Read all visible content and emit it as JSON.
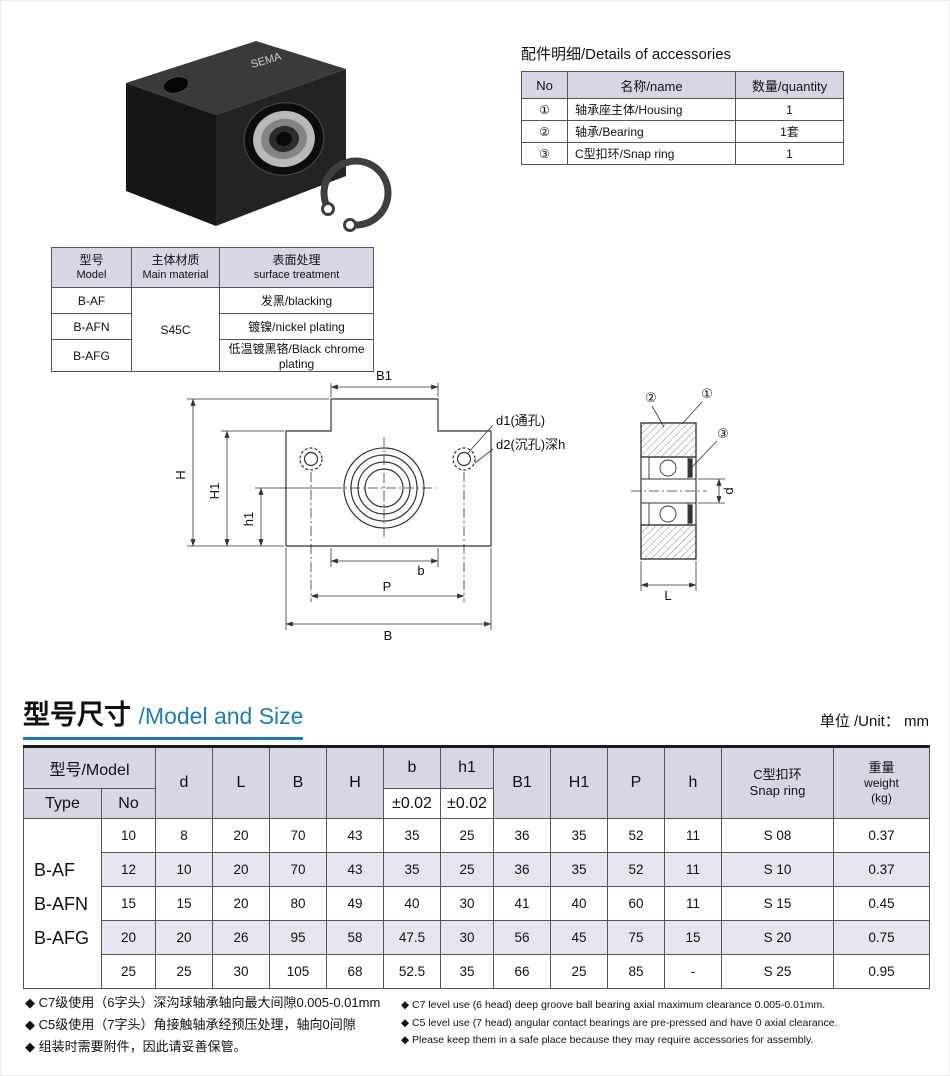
{
  "colors": {
    "accent_blue": "#1a7cc1",
    "table_header_lavender": "#d7d5e6",
    "row_stripe": "#e6e4f1"
  },
  "product": {
    "brand_label": "SEMA"
  },
  "accessories": {
    "title": "配件明细/Details of accessories",
    "headers": [
      "No",
      "名称/name",
      "数量/quantity"
    ],
    "rows": [
      {
        "no": "①",
        "name": "轴承座主体/Housing",
        "qty": "1"
      },
      {
        "no": "②",
        "name": "轴承/Bearing",
        "qty": "1套"
      },
      {
        "no": "③",
        "name": "C型扣环/Snap ring",
        "qty": "1"
      }
    ]
  },
  "material": {
    "headers": [
      {
        "l1": "型号",
        "l2": "Model"
      },
      {
        "l1": "主体材质",
        "l2": "Main material"
      },
      {
        "l1": "表面处理",
        "l2": "surface treatment"
      }
    ],
    "shared_material": "S45C",
    "rows": [
      {
        "model": "B-AF",
        "surface": "发黑/blacking"
      },
      {
        "model": "B-AFN",
        "surface": "镀镍/nickel plating"
      },
      {
        "model": "B-AFG",
        "surface": "低温镀黑铬/Black chrome plating"
      }
    ]
  },
  "drawing": {
    "front": {
      "B1": "B1",
      "H": "H",
      "H1": "H1",
      "h1": "h1",
      "b": "b",
      "P": "P",
      "B": "B",
      "d1_label": "d1(通孔)",
      "d2_label": "d2(沉孔)深h"
    },
    "side": {
      "callout1": "①",
      "callout2": "②",
      "callout3": "③",
      "d": "d",
      "L": "L"
    }
  },
  "size_section": {
    "title_cn": "型号尺寸 ",
    "title_en": "/Model and Size",
    "unit": "单位 /Unit： mm"
  },
  "size_table": {
    "header": {
      "model_group": "型号/Model",
      "type": "Type",
      "no": "No",
      "d": "d",
      "L": "L",
      "B": "B",
      "H": "H",
      "b": "b",
      "b_tol": "±0.02",
      "h1": "h1",
      "h1_tol": "±0.02",
      "B1": "B1",
      "H1": "H1",
      "P": "P",
      "h": "h",
      "snap_l1": "C型扣环",
      "snap_l2": "Snap ring",
      "weight_l1": "重量",
      "weight_l2": "weight",
      "weight_l3": "(kg)"
    },
    "type_models": [
      "B-AF",
      "B-AFN",
      "B-AFG"
    ],
    "rows": [
      {
        "no": "10",
        "d": "8",
        "L": "20",
        "B": "70",
        "H": "43",
        "b": "35",
        "h1": "25",
        "B1": "36",
        "H1": "35",
        "P": "52",
        "h": "11",
        "snap": "S 08",
        "weight": "0.37"
      },
      {
        "no": "12",
        "d": "10",
        "L": "20",
        "B": "70",
        "H": "43",
        "b": "35",
        "h1": "25",
        "B1": "36",
        "H1": "35",
        "P": "52",
        "h": "11",
        "snap": "S 10",
        "weight": "0.37"
      },
      {
        "no": "15",
        "d": "15",
        "L": "20",
        "B": "80",
        "H": "49",
        "b": "40",
        "h1": "30",
        "B1": "41",
        "H1": "40",
        "P": "60",
        "h": "11",
        "snap": "S 15",
        "weight": "0.45"
      },
      {
        "no": "20",
        "d": "20",
        "L": "26",
        "B": "95",
        "H": "58",
        "b": "47.5",
        "h1": "30",
        "B1": "56",
        "H1": "45",
        "P": "75",
        "h": "15",
        "snap": "S 20",
        "weight": "0.75"
      },
      {
        "no": "25",
        "d": "25",
        "L": "30",
        "B": "105",
        "H": "68",
        "b": "52.5",
        "h1": "35",
        "B1": "66",
        "H1": "25",
        "P": "85",
        "h": "-",
        "snap": "S 25",
        "weight": "0.95"
      }
    ]
  },
  "notes": {
    "cn": [
      "◆ C7级使用（6字头）深沟球轴承轴向最大间隙0.005-0.01mm",
      "◆ C5级使用（7字头）角接触轴承经预压处理，轴向0间隙",
      "◆ 组装时需要附件，因此请妥善保管。"
    ],
    "en": [
      "◆  C7 level use (6 head) deep groove ball bearing axial maximum clearance 0.005-0.01mm.",
      "◆  C5 level use (7 head) angular contact bearings are pre-pressed and have 0 axial clearance.",
      "◆  Please keep them in a safe place because they may require accessories for assembly."
    ]
  }
}
